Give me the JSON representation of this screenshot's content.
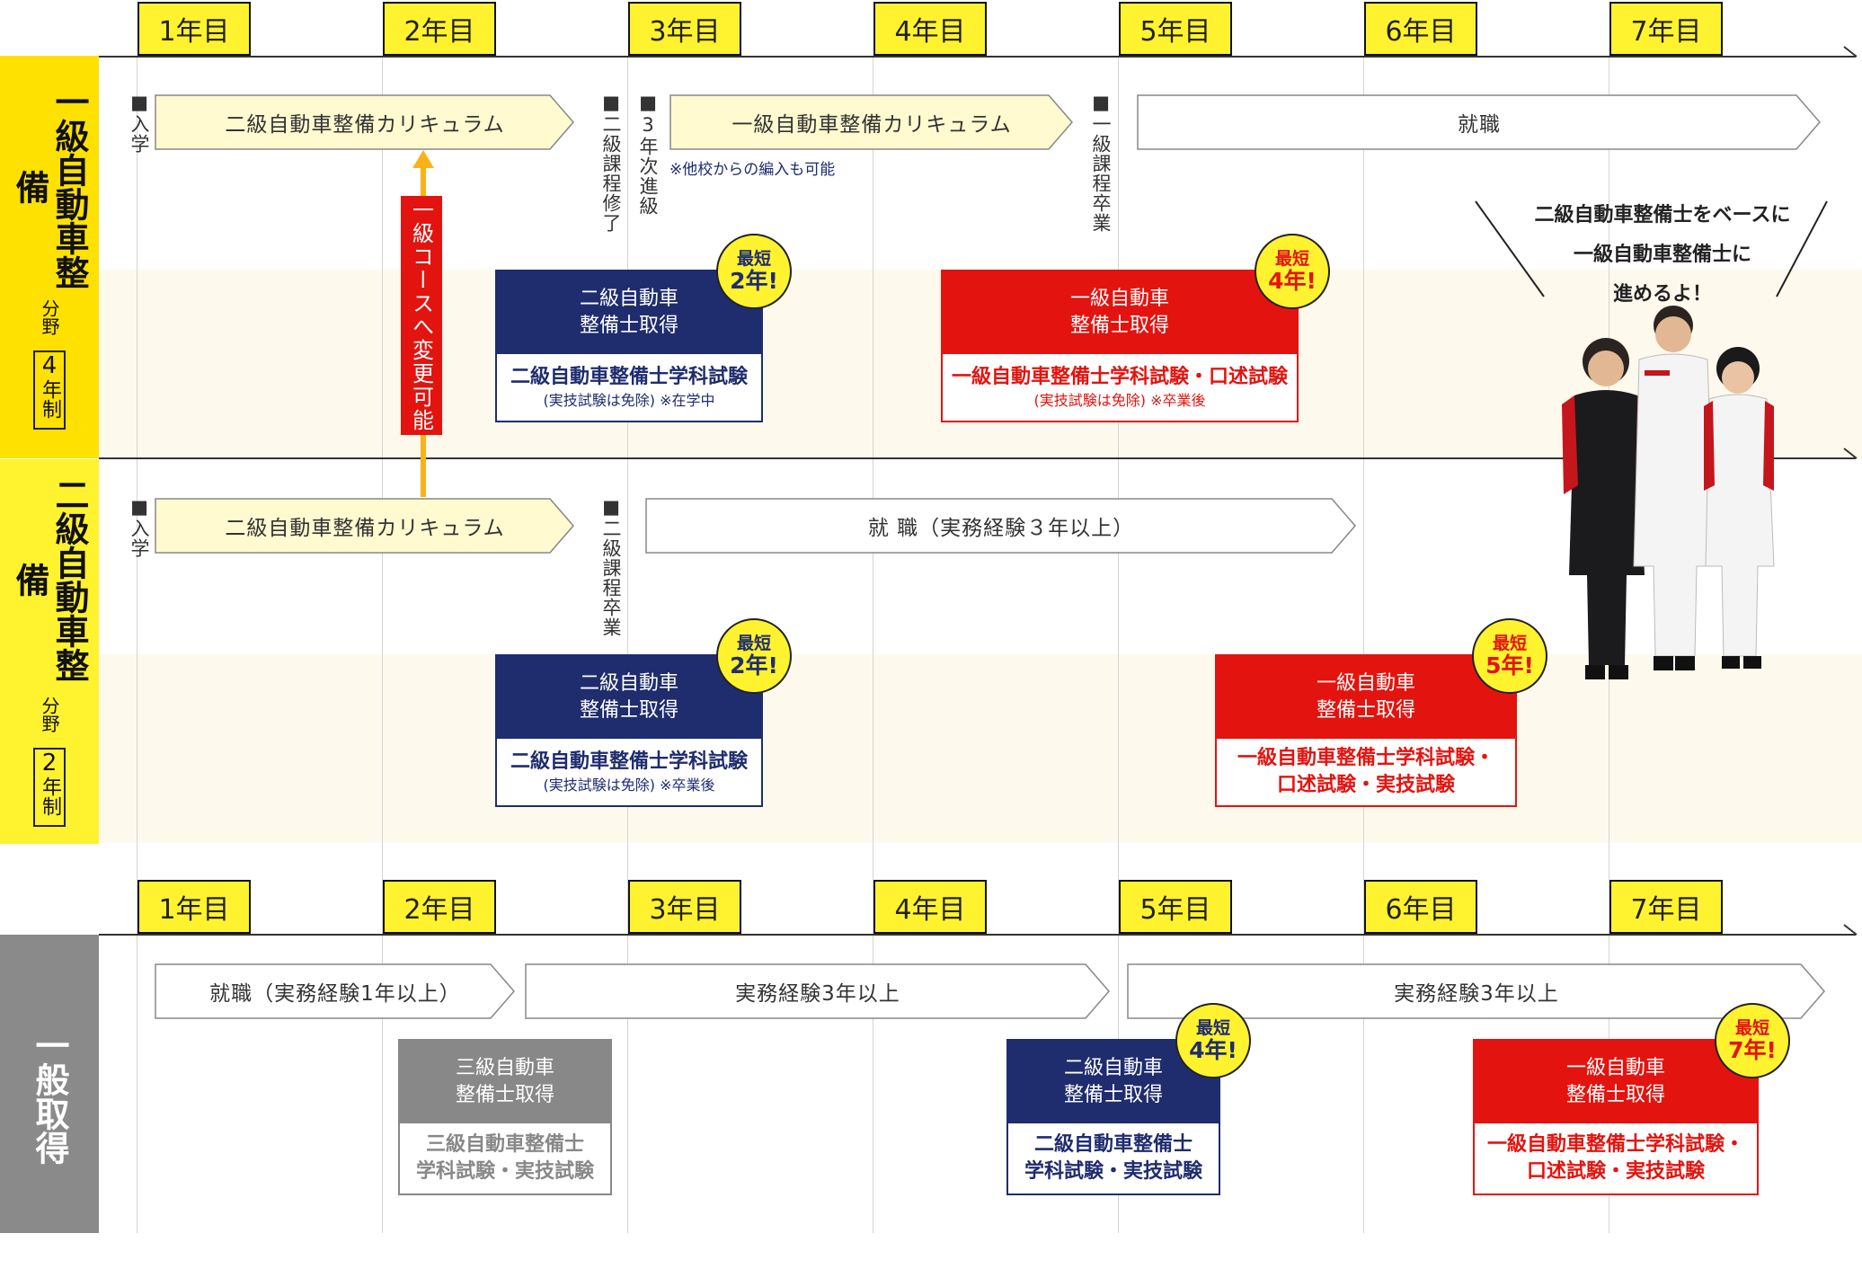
{
  "years": [
    "1年目",
    "2年目",
    "3年目",
    "4年目",
    "5年目",
    "6年目",
    "7年目"
  ],
  "colors": {
    "yellow": "#fff22e",
    "gold": "#ffe100",
    "navy": "#1f2d6e",
    "red": "#e3140f",
    "gray": "#888888",
    "band": "#fdf9ec",
    "arrow_yellow": "#fbb21a"
  },
  "sections": {
    "grade1": {
      "title": "一級自動車整備",
      "sub": "分野",
      "term_num": "4",
      "term_unit": "年制",
      "enter": "■入学",
      "bar1": "二級自動車整備カリキュラム",
      "mark_grade2_done": "■二級課程修了",
      "mark_year3": "■3年次進級",
      "bar2": "一級自動車整備カリキュラム",
      "transfer_note": "※他校からの編入も可能",
      "mark_grade1_grad": "■一級課程卒業",
      "bar3": "就職",
      "card1": {
        "h1": "二級自動車",
        "h2": "整備士取得",
        "b1": "二級自動車整備士学科試験",
        "note": "(実技試験は免除) ※在学中"
      },
      "badge1": {
        "l1": "最短",
        "l2": "2年!"
      },
      "card2": {
        "h1": "一級自動車",
        "h2": "整備士取得",
        "b1": "一級自動車整備士学科試験・口述試験",
        "note": "(実技試験は免除) ※卒業後"
      },
      "badge2": {
        "l1": "最短",
        "l2": "4年!"
      },
      "change_course": "一級コースへ変更可能"
    },
    "grade2": {
      "title": "二級自動車整備",
      "sub": "分野",
      "term_num": "2",
      "term_unit": "年制",
      "enter": "■入学",
      "bar1": "二級自動車整備カリキュラム",
      "mark_grade2_grad": "■二級課程卒業",
      "bar2": "就 職（実務経験３年以上）",
      "card1": {
        "h1": "二級自動車",
        "h2": "整備士取得",
        "b1": "二級自動車整備士学科試験",
        "note": "(実技試験は免除) ※卒業後"
      },
      "badge1": {
        "l1": "最短",
        "l2": "2年!"
      },
      "card2": {
        "h1": "一級自動車",
        "h2": "整備士取得",
        "b1": "一級自動車整備士学科試験・",
        "b2": "口述試験・実技試験"
      },
      "badge2": {
        "l1": "最短",
        "l2": "5年!"
      }
    },
    "general": {
      "title": "一般取得",
      "bar1": "就職（実務経験1年以上）",
      "bar2": "実務経験3年以上",
      "bar3": "実務経験3年以上",
      "card1": {
        "h1": "三級自動車",
        "h2": "整備士取得",
        "b1": "三級自動車整備士",
        "b2": "学科試験・実技試験"
      },
      "card2": {
        "h1": "二級自動車",
        "h2": "整備士取得",
        "b1": "二級自動車整備士",
        "b2": "学科試験・実技試験"
      },
      "badge2": {
        "l1": "最短",
        "l2": "4年!"
      },
      "card3": {
        "h1": "一級自動車",
        "h2": "整備士取得",
        "b1": "一級自動車整備士学科試験・",
        "b2": "口述試験・実技試験"
      },
      "badge3": {
        "l1": "最短",
        "l2": "7年!"
      }
    }
  },
  "speech": {
    "l1": "二級自動車整備士をベースに",
    "l2": "一級自動車整備士に",
    "l3": "進めるよ！"
  },
  "photo": {
    "icon": "three-mechanics-photo"
  }
}
